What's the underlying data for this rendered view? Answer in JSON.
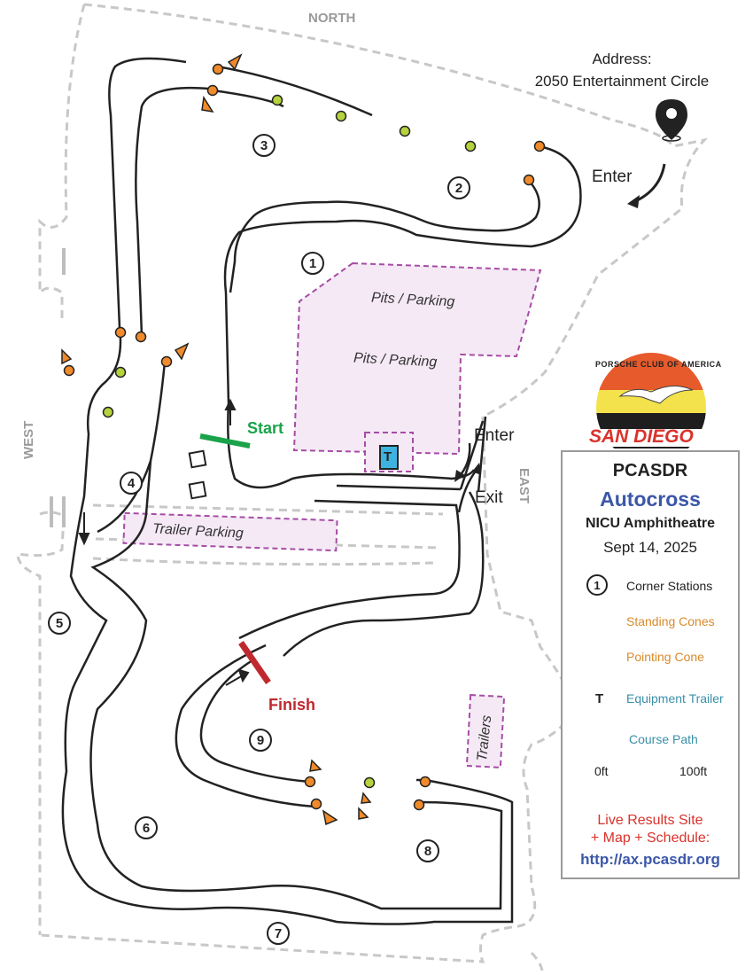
{
  "compass": {
    "north": "NORTH",
    "east": "EAST",
    "west": "WEST"
  },
  "address": {
    "label": "Address:",
    "street": "2050 Entertainment Circle"
  },
  "enter_top": "Enter",
  "enter_side": "Enter",
  "exit_side": "Exit",
  "zones": {
    "pits1": "Pits / Parking",
    "pits2": "Pits / Parking",
    "trailer_parking": "Trailer Parking",
    "trailers": "Trailers"
  },
  "start_label": "Start",
  "finish_label": "Finish",
  "trailer_icon_letter": "T",
  "corners": [
    "1",
    "2",
    "3",
    "4",
    "5",
    "6",
    "7",
    "8",
    "9"
  ],
  "logo": {
    "arc_text": "PORSCHE CLUB OF AMERICA",
    "region": "SAN DIEGO"
  },
  "legend": {
    "title": "PCASDR",
    "event": "Autocross",
    "venue": "NICU Amphitheatre",
    "date": "Sept 14, 2025",
    "corner_sample": "1",
    "corner_stations": "Corner Stations",
    "standing_cones": "Standing Cones",
    "pointing_cone": "Pointing Cone",
    "equipment_trailer": "Equipment Trailer",
    "course_path": "Course Path",
    "scale_start": "0ft",
    "scale_end": "100ft",
    "results_line1": "Live Results Site",
    "results_line2": "+ Map + Schedule:",
    "results_url": "http://ax.pcasdr.org"
  },
  "colors": {
    "cone_green": "#b5d33d",
    "cone_orange": "#f08a2a",
    "zone_fill": "#f4e9f4",
    "zone_border": "#a64ca6",
    "start_green": "#1aa34a",
    "finish_red": "#c0282f",
    "trailer_blue": "#3fb3e0",
    "title_blue": "#3b57a8",
    "results_red": "#d9322b",
    "legend_orange": "#d98a2a",
    "legend_teal": "#3a8fa8"
  }
}
